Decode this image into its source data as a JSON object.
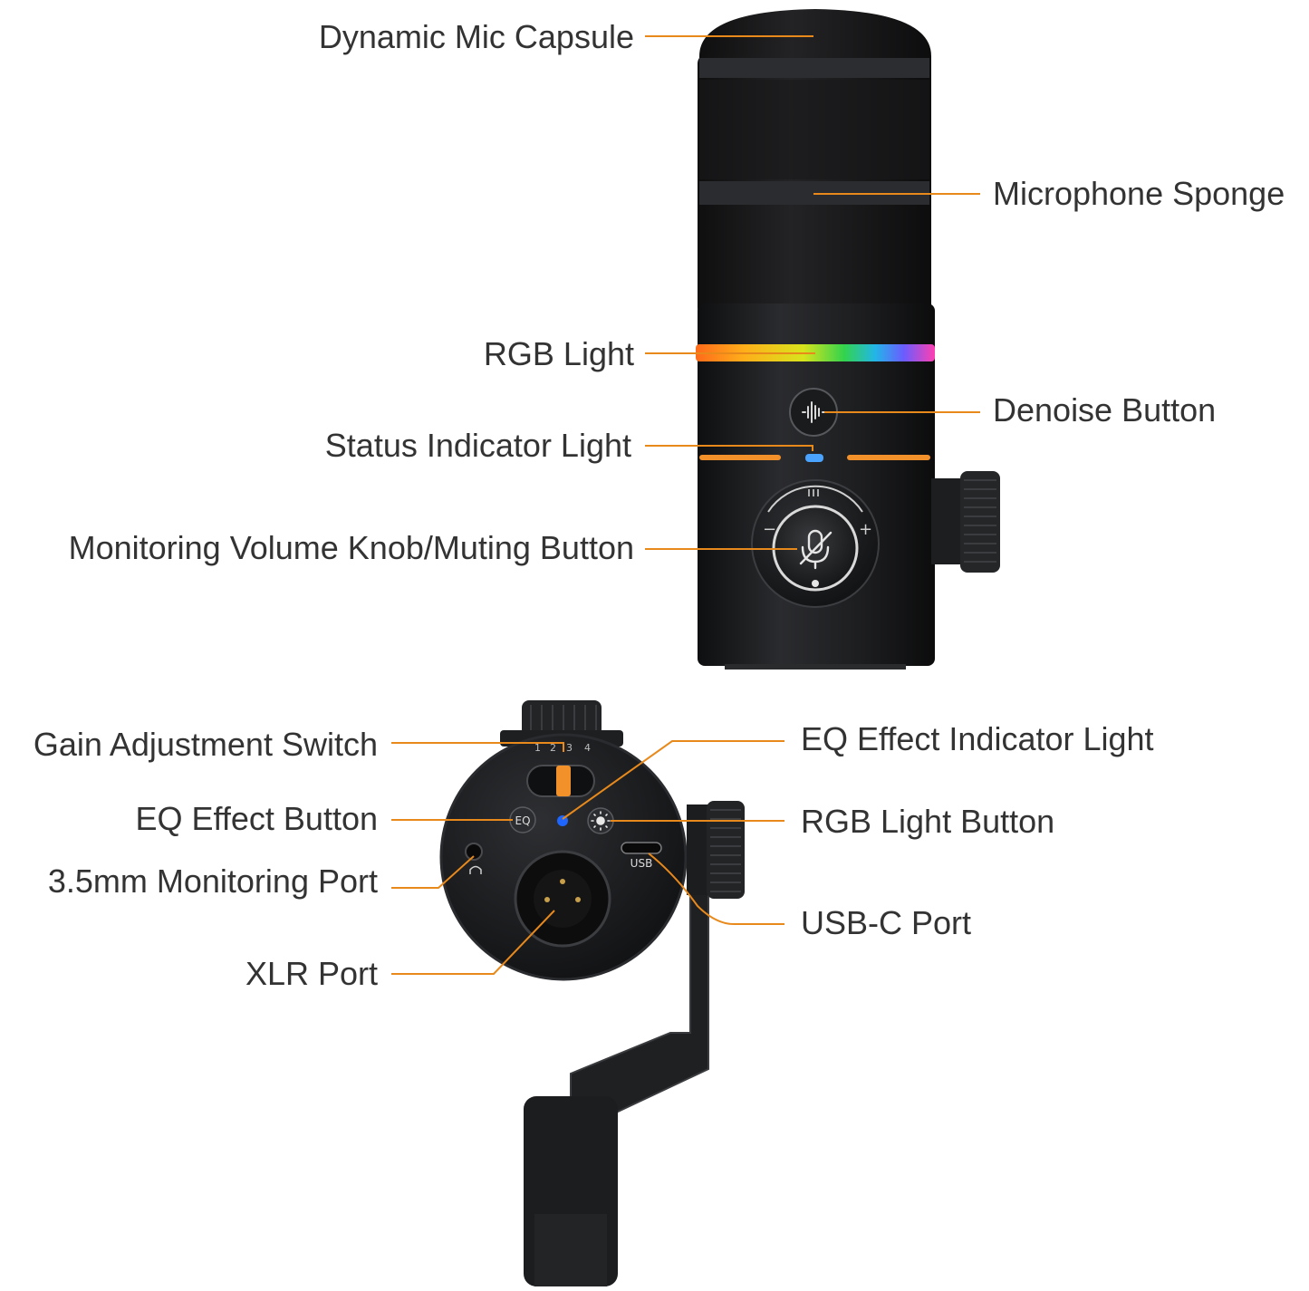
{
  "colors": {
    "leader": "#e8891c",
    "label_text": "#333333",
    "body": "#1b1c1e",
    "status_light": "#4aa3ff",
    "eq_light": "#1f66ff"
  },
  "top_labels": {
    "capsule": "Dynamic Mic Capsule",
    "sponge": "Microphone Sponge",
    "rgb_light": "RGB Light",
    "denoise": "Denoise Button",
    "status": "Status Indicator Light",
    "monitor_knob": "Monitoring Volume Knob/Muting Button"
  },
  "bottom_labels": {
    "gain_switch": "Gain Adjustment Switch",
    "eq_indicator": "EQ Effect Indicator Light",
    "eq_button": "EQ Effect Button",
    "rgb_button": "RGB Light Button",
    "monitor_port": "3.5mm Monitoring Port",
    "usb_c": "USB-C Port",
    "xlr": "XLR Port"
  },
  "device_text": {
    "eq_key": "EQ",
    "usb": "USB",
    "gain_1": "1",
    "gain_2": "2",
    "gain_3": "3",
    "gain_4": "4",
    "vol_minus": "−",
    "vol_plus": "+"
  }
}
